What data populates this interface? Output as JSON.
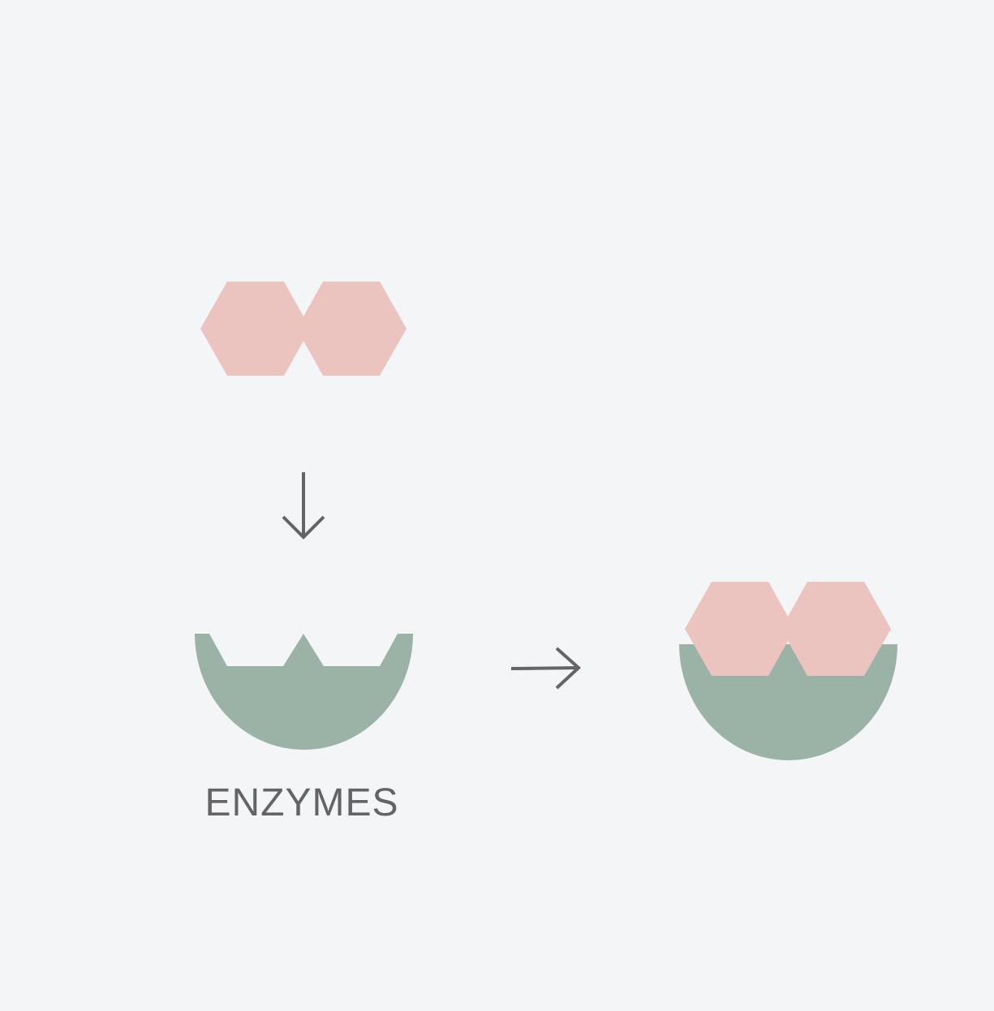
{
  "diagram": {
    "label": "ENZYMES",
    "colors": {
      "background": "#f4f5f7",
      "substrate": "#ebc3bf",
      "enzyme": "#9bb3a7",
      "arrow": "#646466",
      "text": "#646466"
    },
    "elements": [
      {
        "name": "substrate-molecule",
        "description_shape": "two-fused-hexagons"
      },
      {
        "name": "down-arrow-icon"
      },
      {
        "name": "enzyme-with-active-site"
      },
      {
        "name": "right-arrow-icon"
      },
      {
        "name": "enzyme-substrate-complex"
      }
    ]
  }
}
